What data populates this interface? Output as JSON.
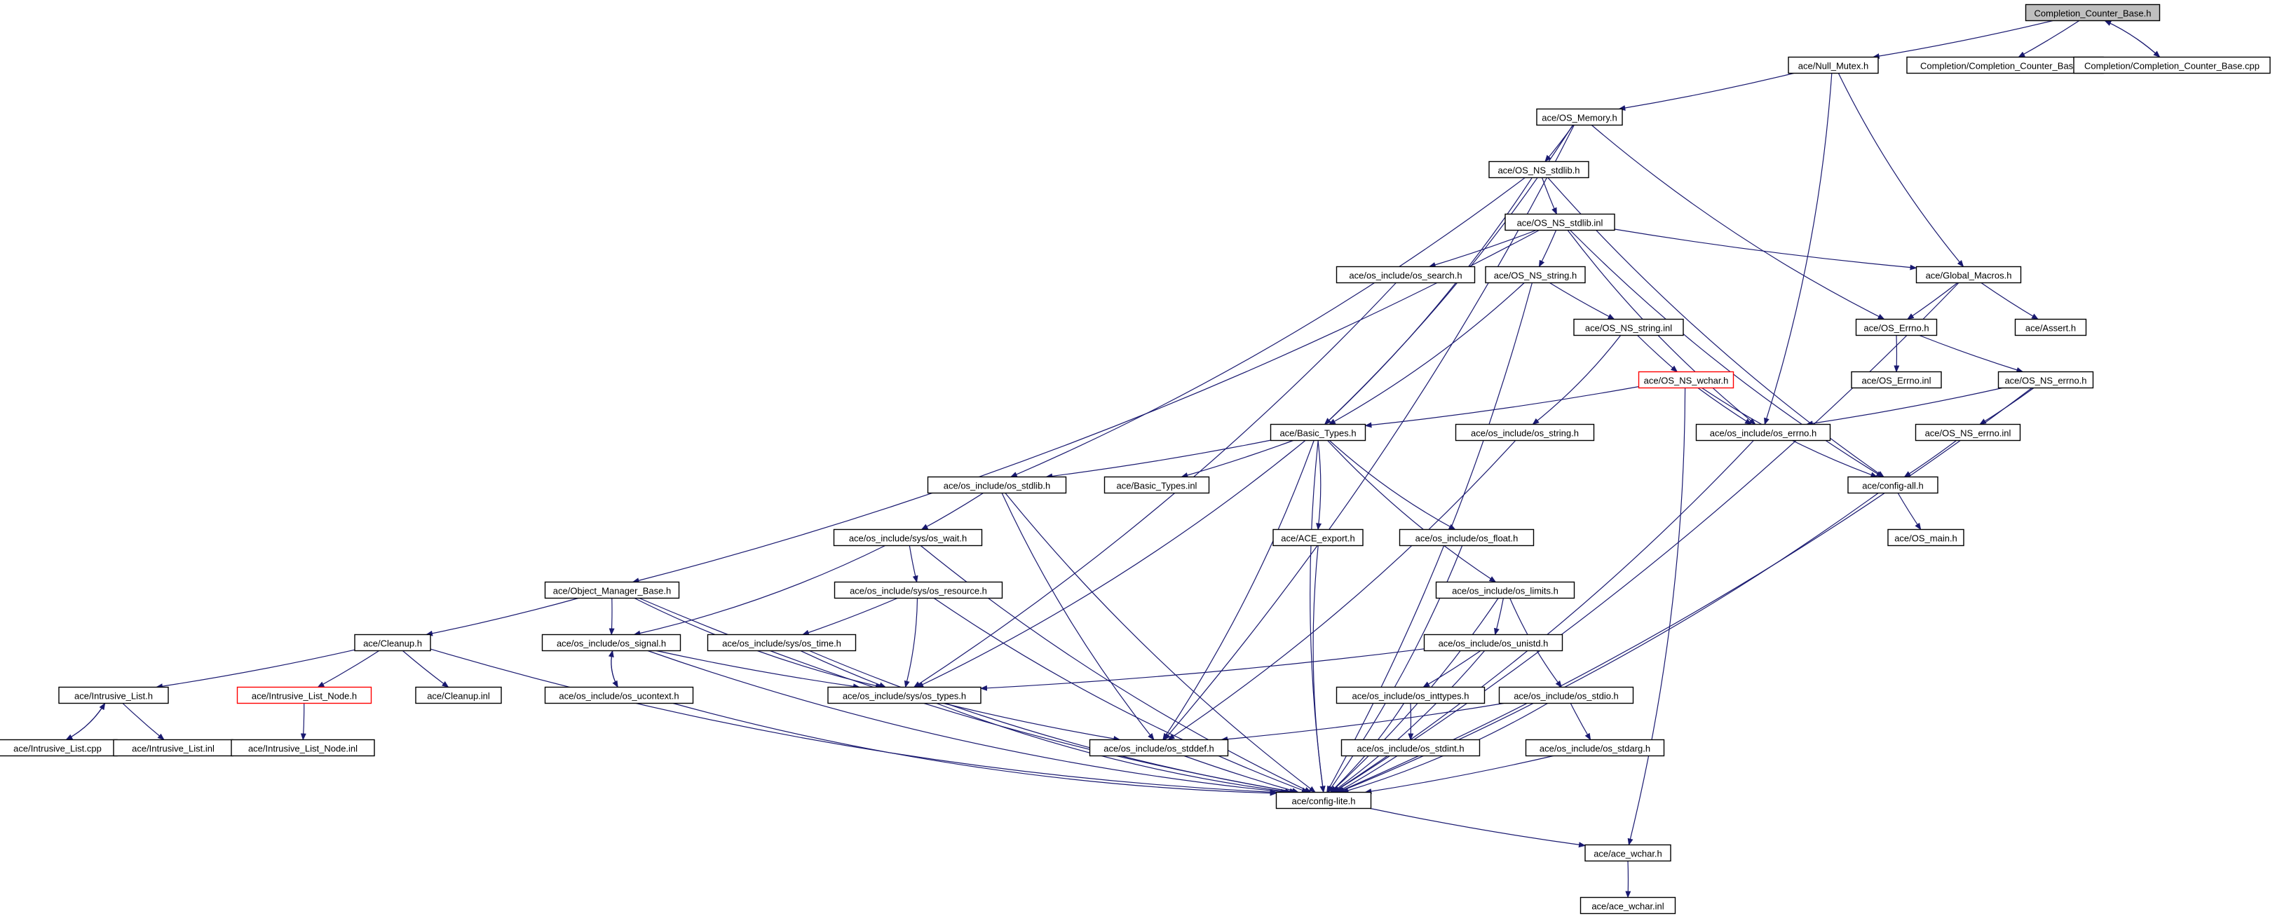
{
  "diagram": {
    "type": "include-dependency-graph",
    "colors": {
      "edge": "#191970",
      "node_border": "#000000",
      "missing_node_border": "#ff0000",
      "root_fill": "#bfbfbf",
      "background": "#ffffff"
    },
    "nodes": [
      {
        "id": "n_ccb_h",
        "label": "Completion_Counter_Base.h",
        "root": true
      },
      {
        "id": "n_nullmutex",
        "label": "ace/Null_Mutex.h"
      },
      {
        "id": "n_ccb_inl",
        "label": "Completion/Completion_Counter_Base.inl"
      },
      {
        "id": "n_ccb_cpp",
        "label": "Completion/Completion_Counter_Base.cpp"
      },
      {
        "id": "n_osmem",
        "label": "ace/OS_Memory.h"
      },
      {
        "id": "n_nsstdlib_h",
        "label": "ace/OS_NS_stdlib.h"
      },
      {
        "id": "n_nsstdlib_inl",
        "label": "ace/OS_NS_stdlib.inl"
      },
      {
        "id": "n_search",
        "label": "ace/os_include/os_search.h"
      },
      {
        "id": "n_nsstring_h",
        "label": "ace/OS_NS_string.h"
      },
      {
        "id": "n_globalmacros",
        "label": "ace/Global_Macros.h"
      },
      {
        "id": "n_oserrno",
        "label": "ace/OS_Errno.h"
      },
      {
        "id": "n_assert",
        "label": "ace/Assert.h"
      },
      {
        "id": "n_nsstring_inl",
        "label": "ace/OS_NS_string.inl"
      },
      {
        "id": "n_oserrno_inl",
        "label": "ace/OS_Errno.inl"
      },
      {
        "id": "n_nserrno_h",
        "label": "ace/OS_NS_errno.h"
      },
      {
        "id": "n_nswchar",
        "label": "ace/OS_NS_wchar.h",
        "missing": true
      },
      {
        "id": "n_basictypes",
        "label": "ace/Basic_Types.h"
      },
      {
        "id": "n_osstring",
        "label": "ace/os_include/os_string.h"
      },
      {
        "id": "n_oserrno_inc",
        "label": "ace/os_include/os_errno.h"
      },
      {
        "id": "n_nserrno_inl",
        "label": "ace/OS_NS_errno.inl"
      },
      {
        "id": "n_osstdlib",
        "label": "ace/os_include/os_stdlib.h"
      },
      {
        "id": "n_basictypes_inl",
        "label": "ace/Basic_Types.inl"
      },
      {
        "id": "n_configall",
        "label": "ace/config-all.h"
      },
      {
        "id": "n_oswait",
        "label": "ace/os_include/sys/os_wait.h"
      },
      {
        "id": "n_aceexport",
        "label": "ace/ACE_export.h"
      },
      {
        "id": "n_osfloat",
        "label": "ace/os_include/os_float.h"
      },
      {
        "id": "n_osmain",
        "label": "ace/OS_main.h"
      },
      {
        "id": "n_omb",
        "label": "ace/Object_Manager_Base.h"
      },
      {
        "id": "n_osresource",
        "label": "ace/os_include/sys/os_resource.h"
      },
      {
        "id": "n_oslimits",
        "label": "ace/os_include/os_limits.h"
      },
      {
        "id": "n_cleanup_h",
        "label": "ace/Cleanup.h"
      },
      {
        "id": "n_ossignal",
        "label": "ace/os_include/os_signal.h"
      },
      {
        "id": "n_ostime",
        "label": "ace/os_include/sys/os_time.h"
      },
      {
        "id": "n_osunistd",
        "label": "ace/os_include/os_unistd.h"
      },
      {
        "id": "n_il_h",
        "label": "ace/Intrusive_List.h"
      },
      {
        "id": "n_iln_h",
        "label": "ace/Intrusive_List_Node.h",
        "missing": true
      },
      {
        "id": "n_cleanup_inl",
        "label": "ace/Cleanup.inl"
      },
      {
        "id": "n_osucontext",
        "label": "ace/os_include/os_ucontext.h"
      },
      {
        "id": "n_ostypes",
        "label": "ace/os_include/sys/os_types.h"
      },
      {
        "id": "n_osinttypes",
        "label": "ace/os_include/os_inttypes.h"
      },
      {
        "id": "n_osstdio",
        "label": "ace/os_include/os_stdio.h"
      },
      {
        "id": "n_il_cpp",
        "label": "ace/Intrusive_List.cpp"
      },
      {
        "id": "n_il_inl",
        "label": "ace/Intrusive_List.inl"
      },
      {
        "id": "n_iln_inl",
        "label": "ace/Intrusive_List_Node.inl"
      },
      {
        "id": "n_osstddef",
        "label": "ace/os_include/os_stddef.h"
      },
      {
        "id": "n_osstdint",
        "label": "ace/os_include/os_stdint.h"
      },
      {
        "id": "n_osstdarg",
        "label": "ace/os_include/os_stdarg.h"
      },
      {
        "id": "n_configlite",
        "label": "ace/config-lite.h"
      },
      {
        "id": "n_acewchar_h",
        "label": "ace/ace_wchar.h"
      },
      {
        "id": "n_acewchar_inl",
        "label": "ace/ace_wchar.inl"
      }
    ],
    "edges": [
      [
        "n_ccb_h",
        "n_nullmutex"
      ],
      [
        "n_ccb_h",
        "n_ccb_inl"
      ],
      [
        "n_ccb_h",
        "n_ccb_cpp"
      ],
      [
        "n_ccb_cpp",
        "n_ccb_h"
      ],
      [
        "n_nullmutex",
        "n_osmem"
      ],
      [
        "n_nullmutex",
        "n_globalmacros"
      ],
      [
        "n_nullmutex",
        "n_oserrno_inc"
      ],
      [
        "n_osmem",
        "n_nsstdlib_h"
      ],
      [
        "n_osmem",
        "n_basictypes"
      ],
      [
        "n_osmem",
        "n_oserrno"
      ],
      [
        "n_osmem",
        "n_osstddef"
      ],
      [
        "n_nsstdlib_h",
        "n_nsstdlib_inl"
      ],
      [
        "n_nsstdlib_h",
        "n_basictypes"
      ],
      [
        "n_nsstdlib_h",
        "n_osstdlib"
      ],
      [
        "n_nsstdlib_h",
        "n_configall"
      ],
      [
        "n_nsstdlib_inl",
        "n_search"
      ],
      [
        "n_nsstdlib_inl",
        "n_nsstring_h"
      ],
      [
        "n_nsstdlib_inl",
        "n_globalmacros"
      ],
      [
        "n_nsstdlib_inl",
        "n_oserrno_inc"
      ],
      [
        "n_nsstdlib_inl",
        "n_configall"
      ],
      [
        "n_nsstdlib_inl",
        "n_omb"
      ],
      [
        "n_search",
        "n_ostypes"
      ],
      [
        "n_nsstring_h",
        "n_nsstring_inl"
      ],
      [
        "n_nsstring_h",
        "n_basictypes"
      ],
      [
        "n_nsstring_h",
        "n_configlite"
      ],
      [
        "n_nsstring_inl",
        "n_nswchar"
      ],
      [
        "n_nsstring_inl",
        "n_osstring"
      ],
      [
        "n_globalmacros",
        "n_oserrno"
      ],
      [
        "n_globalmacros",
        "n_assert"
      ],
      [
        "n_globalmacros",
        "n_configlite"
      ],
      [
        "n_oserrno",
        "n_oserrno_inl"
      ],
      [
        "n_oserrno",
        "n_nserrno_h"
      ],
      [
        "n_nserrno_h",
        "n_oserrno_inc"
      ],
      [
        "n_nserrno_h",
        "n_nserrno_inl"
      ],
      [
        "n_nserrno_h",
        "n_configlite"
      ],
      [
        "n_nserrno_inl",
        "n_configall"
      ],
      [
        "n_nswchar",
        "n_basictypes"
      ],
      [
        "n_nswchar",
        "n_oserrno_inc"
      ],
      [
        "n_nswchar",
        "n_configall"
      ],
      [
        "n_nswchar",
        "n_acewchar_h"
      ],
      [
        "n_osstring",
        "n_osstddef"
      ],
      [
        "n_oserrno_inc",
        "n_configlite"
      ],
      [
        "n_basictypes",
        "n_osstdlib"
      ],
      [
        "n_basictypes",
        "n_basictypes_inl"
      ],
      [
        "n_basictypes",
        "n_aceexport"
      ],
      [
        "n_basictypes",
        "n_osfloat"
      ],
      [
        "n_basictypes",
        "n_oslimits"
      ],
      [
        "n_basictypes",
        "n_ostypes"
      ],
      [
        "n_basictypes",
        "n_osstddef"
      ],
      [
        "n_basictypes",
        "n_configlite"
      ],
      [
        "n_osstdlib",
        "n_oswait"
      ],
      [
        "n_osstdlib",
        "n_osstddef"
      ],
      [
        "n_osstdlib",
        "n_configlite"
      ],
      [
        "n_configall",
        "n_osmain"
      ],
      [
        "n_configall",
        "n_configlite"
      ],
      [
        "n_oswait",
        "n_osresource"
      ],
      [
        "n_oswait",
        "n_ossignal"
      ],
      [
        "n_oswait",
        "n_configlite"
      ],
      [
        "n_aceexport",
        "n_configlite"
      ],
      [
        "n_osfloat",
        "n_configlite"
      ],
      [
        "n_omb",
        "n_cleanup_h"
      ],
      [
        "n_omb",
        "n_ossignal"
      ],
      [
        "n_omb",
        "n_ostypes"
      ],
      [
        "n_omb",
        "n_configlite"
      ],
      [
        "n_osresource",
        "n_ostime"
      ],
      [
        "n_osresource",
        "n_ostypes"
      ],
      [
        "n_osresource",
        "n_configlite"
      ],
      [
        "n_oslimits",
        "n_osunistd"
      ],
      [
        "n_oslimits",
        "n_osstdio"
      ],
      [
        "n_oslimits",
        "n_configlite"
      ],
      [
        "n_cleanup_h",
        "n_il_h"
      ],
      [
        "n_cleanup_h",
        "n_iln_h"
      ],
      [
        "n_cleanup_h",
        "n_cleanup_inl"
      ],
      [
        "n_cleanup_h",
        "n_configlite"
      ],
      [
        "n_ossignal",
        "n_osucontext"
      ],
      [
        "n_ossignal",
        "n_ostypes"
      ],
      [
        "n_ossignal",
        "n_configlite"
      ],
      [
        "n_osucontext",
        "n_ossignal"
      ],
      [
        "n_osucontext",
        "n_configlite"
      ],
      [
        "n_ostime",
        "n_ostypes"
      ],
      [
        "n_ostime",
        "n_configlite"
      ],
      [
        "n_osunistd",
        "n_ostypes"
      ],
      [
        "n_osunistd",
        "n_osinttypes"
      ],
      [
        "n_osunistd",
        "n_configlite"
      ],
      [
        "n_il_h",
        "n_il_cpp"
      ],
      [
        "n_il_h",
        "n_il_inl"
      ],
      [
        "n_il_cpp",
        "n_il_h"
      ],
      [
        "n_iln_h",
        "n_iln_inl"
      ],
      [
        "n_ostypes",
        "n_osstddef"
      ],
      [
        "n_ostypes",
        "n_configlite"
      ],
      [
        "n_osinttypes",
        "n_osstdint"
      ],
      [
        "n_osinttypes",
        "n_configlite"
      ],
      [
        "n_osstdio",
        "n_osstddef"
      ],
      [
        "n_osstdio",
        "n_osstdarg"
      ],
      [
        "n_osstdio",
        "n_configlite"
      ],
      [
        "n_osstddef",
        "n_configlite"
      ],
      [
        "n_osstdint",
        "n_configlite"
      ],
      [
        "n_osstdarg",
        "n_configlite"
      ],
      [
        "n_configlite",
        "n_acewchar_h"
      ],
      [
        "n_acewchar_h",
        "n_acewchar_inl"
      ]
    ]
  }
}
